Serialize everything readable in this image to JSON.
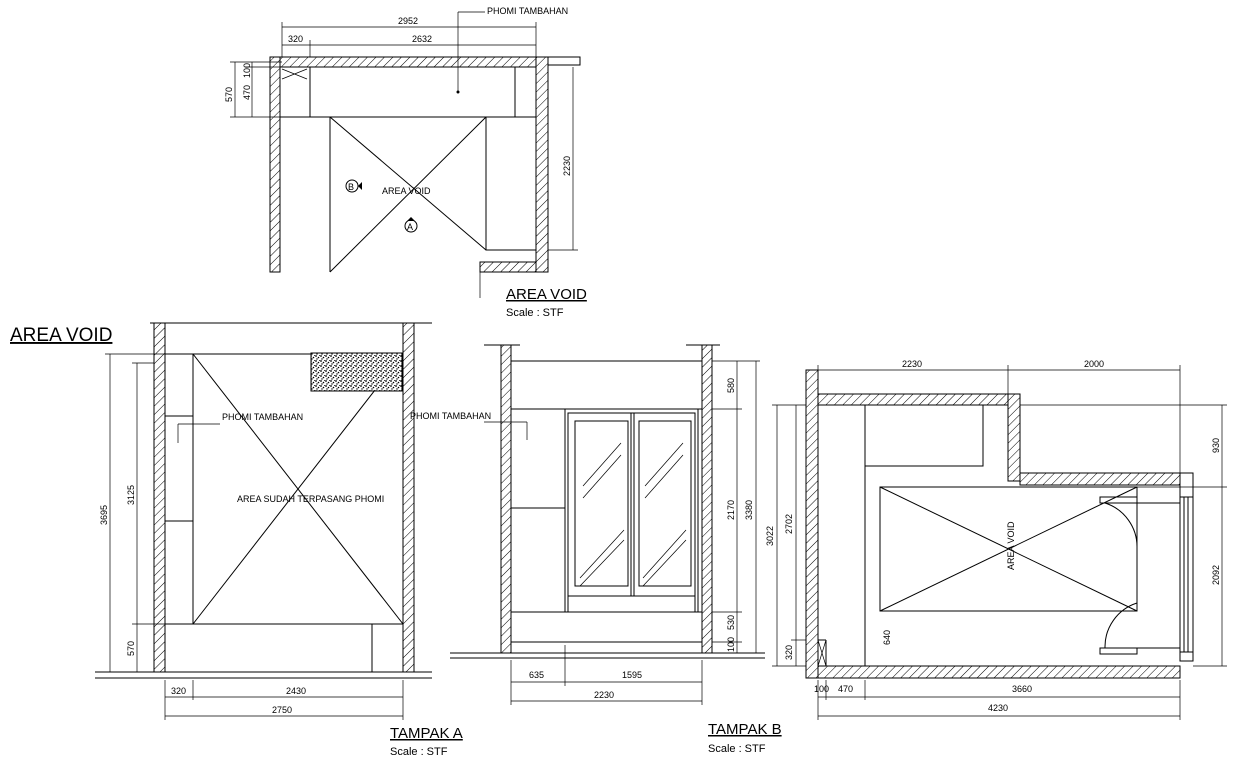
{
  "plan_top": {
    "title": "AREA VOID",
    "scale": "Scale : STF",
    "label_phomi": "PHOMI TAMBAHAN",
    "label_void": "AREA VOID",
    "marker_a": "A",
    "marker_b": "B",
    "dims": {
      "d2952": "2952",
      "d320": "320",
      "d2632": "2632",
      "d100": "100",
      "d570": "570",
      "d470": "470",
      "d2230": "2230"
    }
  },
  "elev_a": {
    "heading": "AREA VOID",
    "title": "TAMPAK A",
    "scale": "Scale : STF",
    "label_phomi": "PHOMI TAMBAHAN",
    "label_area": "AREA SUDAH TERPASANG PHOMI",
    "dims": {
      "d3695": "3695",
      "d3125": "3125",
      "d570": "570",
      "d320": "320",
      "d2430": "2430",
      "d2750": "2750"
    }
  },
  "elev_mid": {
    "label_phomi": "PHOMI TAMBAHAN",
    "dims": {
      "d580": "580",
      "d2170": "2170",
      "d3380": "3380",
      "d530": "530",
      "d100": "100",
      "d635": "635",
      "d1595": "1595",
      "d2230": "2230"
    }
  },
  "plan_b": {
    "title": "TAMPAK B",
    "scale": "Scale : STF",
    "label_void": "AREA VOID",
    "dims": {
      "d2230": "2230",
      "d2000": "2000",
      "d930": "930",
      "d3022": "3022",
      "d2702": "2702",
      "d2092": "2092",
      "d640": "640",
      "d320": "320",
      "d100": "100",
      "d470": "470",
      "d3660": "3660",
      "d4230": "4230"
    }
  }
}
